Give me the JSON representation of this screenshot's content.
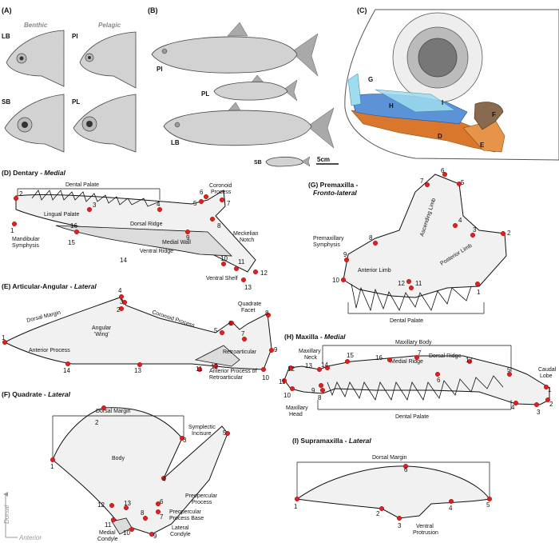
{
  "panels": {
    "A": {
      "letter": "(A)",
      "benthic": "Benthic",
      "pelagic": "Pelagic",
      "lb": "LB",
      "pi": "PI",
      "sb": "SB",
      "pl": "PL"
    },
    "B": {
      "letter": "(B)",
      "pi": "PI",
      "pl": "PL",
      "lb": "LB",
      "sb": "SB",
      "scale": "5cm"
    },
    "C": {
      "letter": "(C)",
      "G": "G",
      "H": "H",
      "I": "I",
      "F": "F",
      "D": "D",
      "E": "E"
    },
    "D": {
      "letter": "(D)",
      "title": "Dentary - ",
      "view": "Medial",
      "labels": {
        "dental_palate": "Dental Palate",
        "coronoid_process": "Coronoid\nProcess",
        "lingual_palate": "Lingual Palate",
        "dorsal_ridge": "Dorsal Ridge",
        "medial_wall": "Medial Wall",
        "meckelian_notch": "Meckelian\nNotch",
        "mandibular_symphysis": "Mandibular\nSymphysis",
        "ventral_ridge": "Ventral Ridge",
        "ventral_shelf": "Ventral Shelf"
      },
      "points": [
        "1",
        "2",
        "3",
        "4",
        "5",
        "6",
        "7",
        "8",
        "9",
        "10",
        "11",
        "12",
        "13",
        "14",
        "15",
        "16"
      ]
    },
    "E": {
      "letter": "(E)",
      "title": "Articular-Angular - ",
      "view": "Lateral",
      "labels": {
        "dorsal_margin": "Dorsal Margin",
        "angular_wing": "Angular\n'Wing'",
        "coronoid_process": "Coronoid Process",
        "quadrate_facet": "Quadrate\nFacet",
        "anterior_process": "Anterior Process",
        "retroarticular": "Retroarticular",
        "anterior_process_retro": "Anterior Process of\nRetroarticular"
      },
      "points": [
        "1",
        "2",
        "3",
        "4",
        "5",
        "6",
        "7",
        "8",
        "9",
        "10",
        "11",
        "12",
        "13",
        "14"
      ]
    },
    "F": {
      "letter": "(F)",
      "title": "Quadrate - ",
      "view": "Lateral",
      "labels": {
        "dorsal_margin": "Dorsal Margin",
        "symplectic_incisure": "Symplectic\nIncisure",
        "body": "Body",
        "preopercular_process": "Preopercular\nProcess",
        "preopercular_process_base": "Preopercular\nProcess Base",
        "medial_condyle": "Medial\nCondyle",
        "lateral_condyle": "Lateral\nCondyle",
        "dorsal_axis": "Dorsal",
        "anterior_axis": "Anterior"
      },
      "points": [
        "1",
        "2",
        "3",
        "4",
        "5",
        "6",
        "7",
        "8",
        "9",
        "10",
        "11",
        "12",
        "13"
      ]
    },
    "G": {
      "letter": "(G)",
      "title": "Premaxilla - ",
      "view": "Fronto-lateral",
      "labels": {
        "premaxillary_symphysis": "Premaxillary\nSymphysis",
        "anterior_limb": "Anterior Limb",
        "ascending_limb": "Ascending Limb",
        "posterior_limb": "Posterior Limb",
        "dental_palate": "Dental Palate"
      },
      "points": [
        "1",
        "2",
        "3",
        "4",
        "5",
        "6",
        "7",
        "8",
        "9",
        "10",
        "11",
        "12"
      ]
    },
    "H": {
      "letter": "(H)",
      "title": "Maxilla - ",
      "view": "Medial",
      "labels": {
        "maxillary_body": "Maxillary Body",
        "maxillary_neck": "Maxillary\nNeck",
        "dorsal_ridge": "Dorsal Ridge",
        "medial_ridge": "Medial Ridge",
        "caudal_lobe": "Caudal\nLobe",
        "maxillary_head": "Maxillary\nHead",
        "dental_palate": "Dental Palate"
      },
      "points": [
        "1",
        "2",
        "3",
        "4",
        "5",
        "6",
        "7",
        "8",
        "9",
        "10",
        "11",
        "12",
        "13",
        "14",
        "15",
        "16",
        "17"
      ]
    },
    "I": {
      "letter": "(I)",
      "title": "Supramaxilla - ",
      "view": "Lateral",
      "labels": {
        "dorsal_margin": "Dorsal Margin",
        "ventral_protrusion": "Ventral\nProtrusion"
      },
      "points": [
        "1",
        "2",
        "3",
        "4",
        "5",
        "6"
      ]
    }
  },
  "colors": {
    "landmark": "#e02020",
    "blue": "#5b93d6",
    "light_blue": "#9fdcef",
    "orange": "#d9772c",
    "brown": "#8a6a4f"
  }
}
